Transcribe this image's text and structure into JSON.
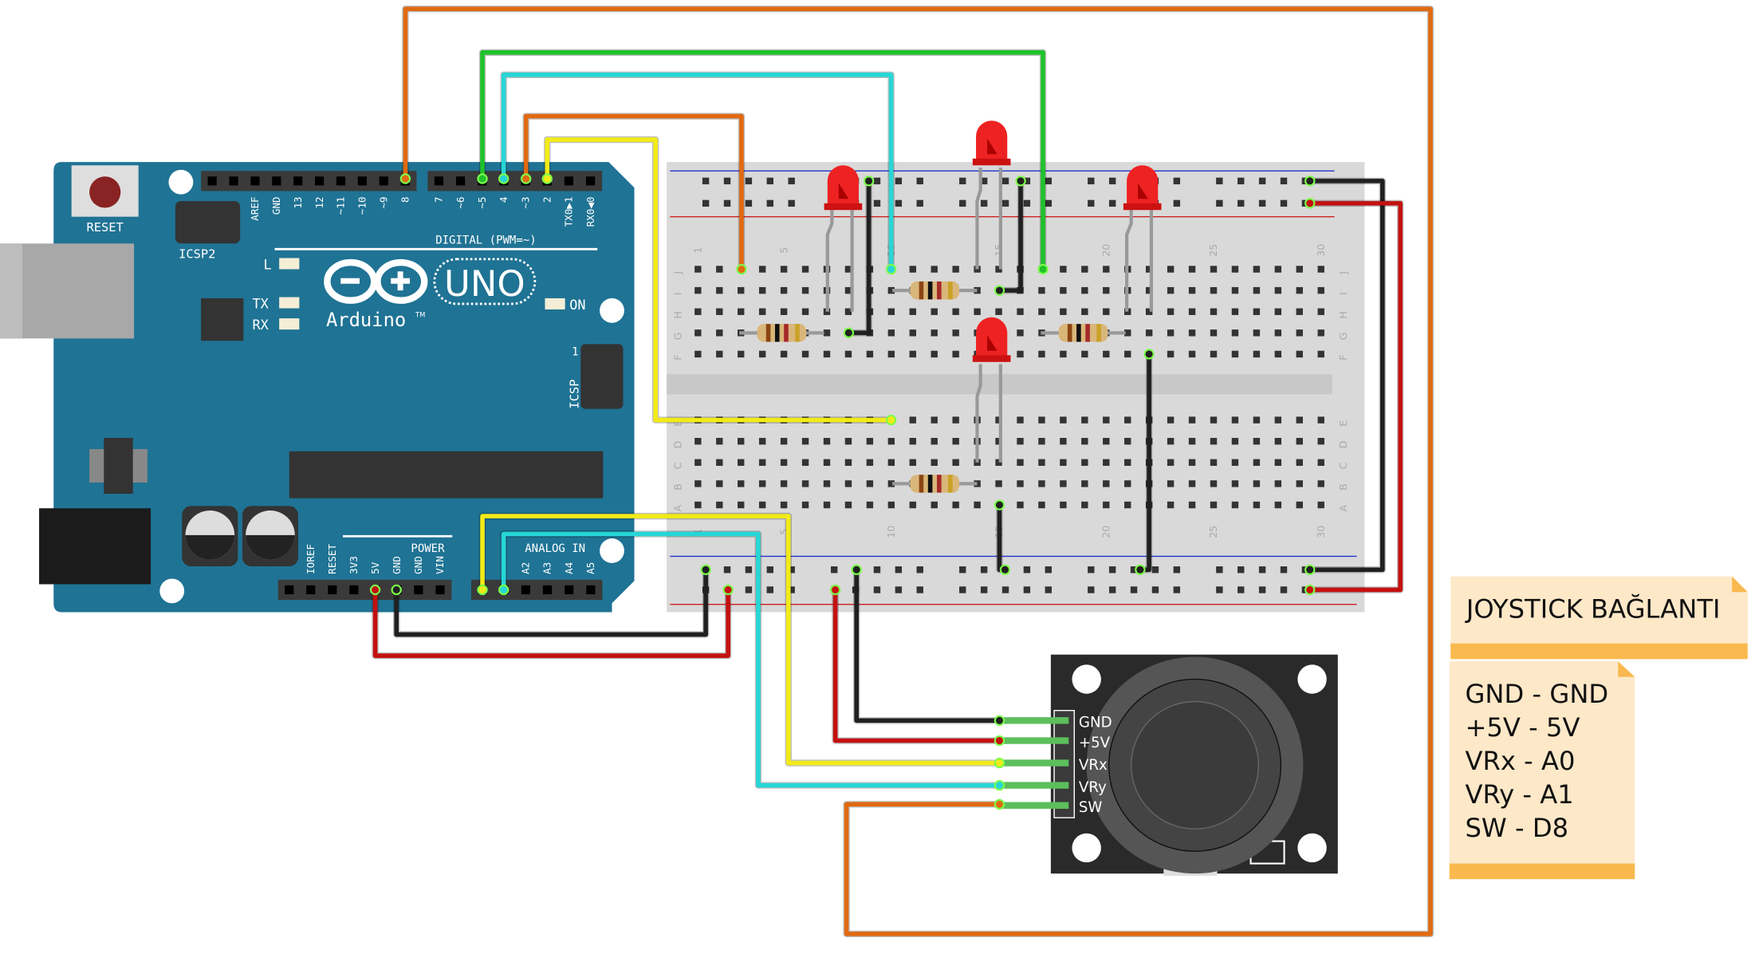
{
  "arduino": {
    "reset_label": "RESET",
    "icsp2_label": "ICSP2",
    "icsp_label": "ICSP",
    "icsp_pin1": "1",
    "brand": "Arduino",
    "tm": "TM",
    "model": "UNO",
    "led_labels": {
      "l": "L",
      "tx": "TX",
      "rx": "RX",
      "on": "ON"
    },
    "digital_label": "DIGITAL (PWM=~)",
    "power_label": "POWER",
    "analog_label": "ANALOG IN",
    "digital_left_pins": [
      "",
      "",
      "AREF",
      "GND",
      "13",
      "12",
      "~11",
      "~10",
      "~9",
      "8"
    ],
    "digital_right_pins": [
      "7",
      "~6",
      "~5",
      "4",
      "~3",
      "2",
      "TX0▶1",
      "RX0◀0"
    ],
    "power_pins": [
      "",
      "IOREF",
      "RESET",
      "3V3",
      "5V",
      "GND",
      "GND",
      "VIN"
    ],
    "analog_pins": [
      "",
      "",
      "A2",
      "A3",
      "A4",
      "A5"
    ],
    "board_color": "#1f7394"
  },
  "breadboard": {
    "row_letters_top": [
      "J",
      "I",
      "H",
      "G",
      "F"
    ],
    "row_letters_bottom": [
      "E",
      "D",
      "C",
      "B",
      "A"
    ],
    "column_numbers": [
      "1",
      "5",
      "10",
      "15",
      "20",
      "25",
      "30"
    ]
  },
  "joystick": {
    "pin_labels": [
      "GND",
      "+5V",
      "VRx",
      "VRy",
      "SW"
    ]
  },
  "wire_colors": {
    "orange": "#e06a12",
    "green": "#1fc22b",
    "cyan": "#27d6d6",
    "yellow": "#f2ea18",
    "red": "#c41010",
    "black": "#202020"
  },
  "notes": {
    "title": "JOYSTICK BAĞLANTI",
    "lines": [
      "GND - GND",
      "+5V - 5V",
      "VRx - A0",
      "VRy - A1",
      "SW - D8"
    ],
    "note_color": "#fde8c8",
    "note_accent": "#f9b94e"
  }
}
